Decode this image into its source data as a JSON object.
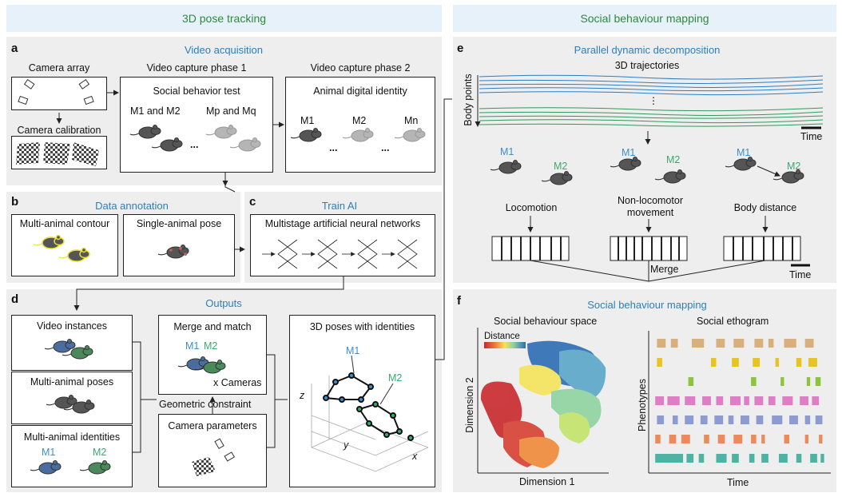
{
  "headers": {
    "left": "3D pose tracking",
    "right": "Social behaviour mapping"
  },
  "panel_a": {
    "letter": "a",
    "title": "Video acquisition",
    "camera_array": "Camera array",
    "camera_calibration": "Camera calibration",
    "phase1": {
      "title": "Video capture phase 1",
      "subtitle": "Social behavior test",
      "left": "M1 and M2",
      "right": "Mp and Mq",
      "ellipsis": "..."
    },
    "phase2": {
      "title": "Video capture phase 2",
      "subtitle": "Animal digital identity",
      "m1": "M1",
      "m2": "M2",
      "mn": "Mn",
      "ellipsis": "..."
    }
  },
  "panel_b": {
    "letter": "b",
    "title": "Data annotation",
    "contour": "Multi-animal contour",
    "pose": "Single-animal pose"
  },
  "panel_c": {
    "letter": "c",
    "title": "Train AI",
    "network": "Multistage artificial neural networks"
  },
  "panel_d": {
    "letter": "d",
    "title": "Outputs",
    "video_instances": "Video instances",
    "multi_poses": "Multi-animal poses",
    "multi_identities": "Multi-animal identities",
    "m1": "M1",
    "m2": "M2",
    "merge_match": "Merge and match",
    "x_cameras": "x Cameras",
    "geometric": "Geometric constraint",
    "camera_params": "Camera parameters",
    "poses3d": "3D poses with identities",
    "axis_z": "z",
    "axis_y": "y",
    "axis_x": "x"
  },
  "panel_e": {
    "letter": "e",
    "title": "Parallel dynamic decomposition",
    "trajectories": "3D trajectories",
    "body_points": "Body points",
    "time": "Time",
    "m1": "M1",
    "m2": "M2",
    "locomotion": "Locomotion",
    "nonloco": "Non-locomotor movement",
    "distance": "Body distance",
    "merge": "Merge",
    "time2": "Time"
  },
  "panel_f": {
    "letter": "f",
    "title": "Social behaviour mapping",
    "space_title": "Social behaviour space",
    "legend": "Distance",
    "xlabel": "Dimension 1",
    "ylabel": "Dimension 2",
    "ethogram_title": "Social ethogram",
    "eth_xlabel": "Time",
    "eth_ylabel": "Phenotypes"
  },
  "colors": {
    "header_bg": "#e7f1fa",
    "header_text": "#2f8a3c",
    "panel_bg": "#eeeeee",
    "title_blue": "#2c7fbf",
    "m1": "#3b8fd0",
    "m2": "#3aaa6e",
    "traj_blue": "#2a7fc6",
    "traj_green": "#2f9a5c"
  },
  "ethogram_rows": [
    {
      "color": "#d8b07e",
      "bars": [
        [
          0.02,
          0.05
        ],
        [
          0.1,
          0.04
        ],
        [
          0.22,
          0.07
        ],
        [
          0.36,
          0.05
        ],
        [
          0.46,
          0.06
        ],
        [
          0.58,
          0.05
        ],
        [
          0.66,
          0.03
        ],
        [
          0.75,
          0.07
        ],
        [
          0.87,
          0.05
        ]
      ]
    },
    {
      "color": "#e7c425",
      "bars": [
        [
          0.02,
          0.03
        ],
        [
          0.33,
          0.03
        ],
        [
          0.45,
          0.04
        ],
        [
          0.57,
          0.04
        ],
        [
          0.7,
          0.02
        ],
        [
          0.82,
          0.03
        ],
        [
          0.89,
          0.05
        ]
      ]
    },
    {
      "color": "#8cc43f",
      "bars": [
        [
          0.2,
          0.03
        ],
        [
          0.56,
          0.03
        ],
        [
          0.73,
          0.02
        ],
        [
          0.88,
          0.02
        ],
        [
          0.93,
          0.03
        ]
      ]
    },
    {
      "color": "#de7fc5",
      "bars": [
        [
          0.01,
          0.05
        ],
        [
          0.08,
          0.07
        ],
        [
          0.18,
          0.06
        ],
        [
          0.28,
          0.05
        ],
        [
          0.36,
          0.04
        ],
        [
          0.44,
          0.06
        ],
        [
          0.52,
          0.03
        ],
        [
          0.58,
          0.05
        ],
        [
          0.66,
          0.04
        ],
        [
          0.74,
          0.06
        ],
        [
          0.84,
          0.05
        ],
        [
          0.91,
          0.04
        ]
      ]
    },
    {
      "color": "#8e9bd1",
      "bars": [
        [
          0.02,
          0.04
        ],
        [
          0.11,
          0.03
        ],
        [
          0.18,
          0.05
        ],
        [
          0.27,
          0.04
        ],
        [
          0.35,
          0.05
        ],
        [
          0.43,
          0.03
        ],
        [
          0.5,
          0.05
        ],
        [
          0.59,
          0.04
        ],
        [
          0.68,
          0.06
        ],
        [
          0.78,
          0.05
        ],
        [
          0.87,
          0.03
        ],
        [
          0.93,
          0.04
        ]
      ]
    },
    {
      "color": "#ec8a5d",
      "bars": [
        [
          0.01,
          0.03
        ],
        [
          0.09,
          0.04
        ],
        [
          0.16,
          0.05
        ],
        [
          0.29,
          0.03
        ],
        [
          0.37,
          0.04
        ],
        [
          0.46,
          0.05
        ],
        [
          0.56,
          0.03
        ],
        [
          0.62,
          0.02
        ],
        [
          0.75,
          0.03
        ],
        [
          0.87,
          0.02
        ],
        [
          0.95,
          0.02
        ]
      ]
    },
    {
      "color": "#4fb3a3",
      "bars": [
        [
          0.01,
          0.16
        ],
        [
          0.19,
          0.04
        ],
        [
          0.26,
          0.03
        ],
        [
          0.36,
          0.06
        ],
        [
          0.45,
          0.04
        ],
        [
          0.55,
          0.03
        ],
        [
          0.62,
          0.04
        ],
        [
          0.72,
          0.05
        ],
        [
          0.82,
          0.03
        ],
        [
          0.9,
          0.04
        ],
        [
          0.96,
          0.02
        ]
      ]
    }
  ]
}
